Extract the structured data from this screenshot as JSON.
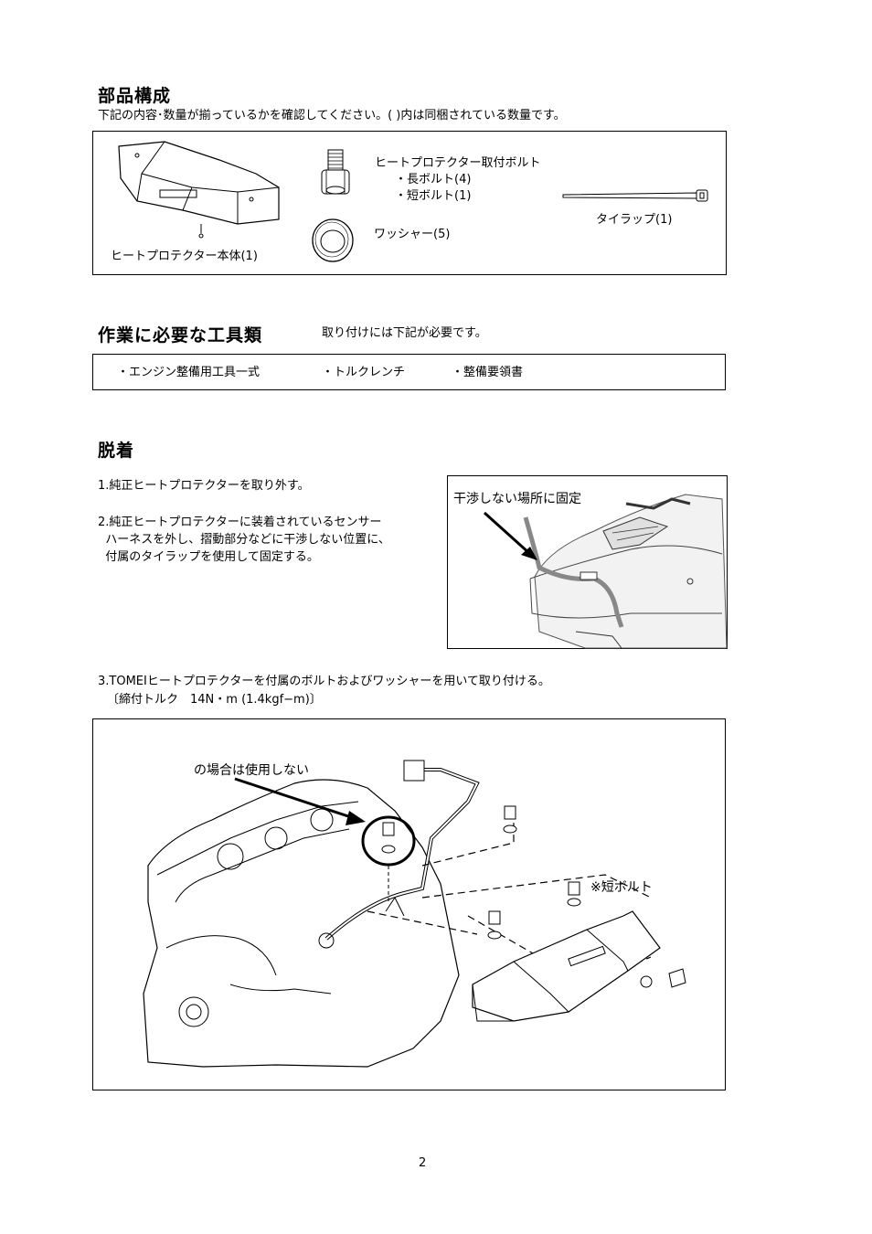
{
  "parts": {
    "heading": "部品構成",
    "intro": "下記の内容･数量が揃っているかを確認してください。( )内は同梱されている数量です。",
    "protector_body": "ヒートプロテクター本体(1)",
    "bolt_title": "ヒートプロテクター取付ボルト",
    "bolt_long": "・長ボルト(4)",
    "bolt_short": "・短ボルト(1)",
    "washer": "ワッシャー(5)",
    "tie_wrap": "タイラップ(1)"
  },
  "tools": {
    "heading": "作業に必要な工具類",
    "note": "取り付けには下記が必要です。",
    "items": [
      "・エンジン整備用工具一式",
      "・トルクレンチ",
      "・整備要領書"
    ]
  },
  "removal": {
    "heading": "脱着",
    "step1": "1.純正ヒートプロテクターを取り外す。",
    "step2_lines": [
      "2.純正ヒートプロテクターに装着されているセンサー",
      "  ハーネスを外し、摺動部分などに干渉しない位置に、",
      "  付属のタイラップを使用して固定する。"
    ],
    "photo_label": "干渉しない場所に固定",
    "step3": "3.TOMEIヒートプロテクターを付属のボルトおよびワッシャーを用いて取り付ける。",
    "torque": "〔締付トルク　14N・m (1.4kgf−m)〕",
    "diagram_label": "の場合は使用しない",
    "short_bolt_label": "※短ボルト"
  },
  "page_number": "2"
}
